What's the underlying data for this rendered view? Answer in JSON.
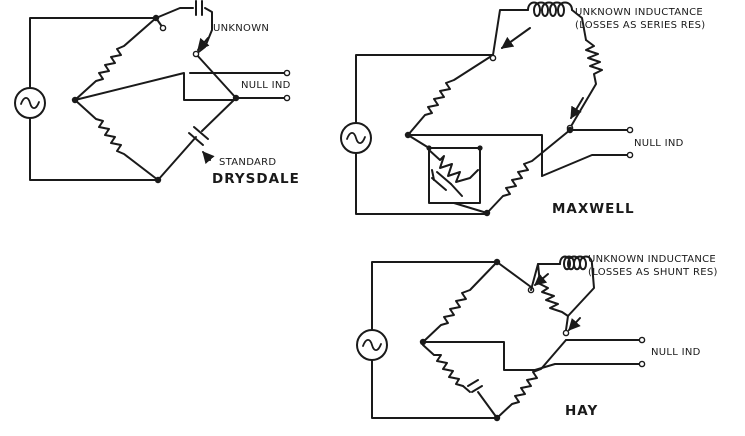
{
  "drysdale": {
    "title": "DRYSDALE",
    "unknown_label": "UNKNOWN",
    "null_label": "NULL IND",
    "standard_label": "STANDARD"
  },
  "maxwell": {
    "title": "MAXWELL",
    "unknown_line1": "UNKNOWN INDUCTANCE",
    "unknown_line2": "(LOSSES AS SERIES RES)",
    "null_label": "NULL IND"
  },
  "hay": {
    "title": "HAY",
    "unknown_line1": "UNKNOWN INDUCTANCE",
    "unknown_line2": "(LOSSES AS SHUNT RES)",
    "null_label": "NULL IND"
  }
}
